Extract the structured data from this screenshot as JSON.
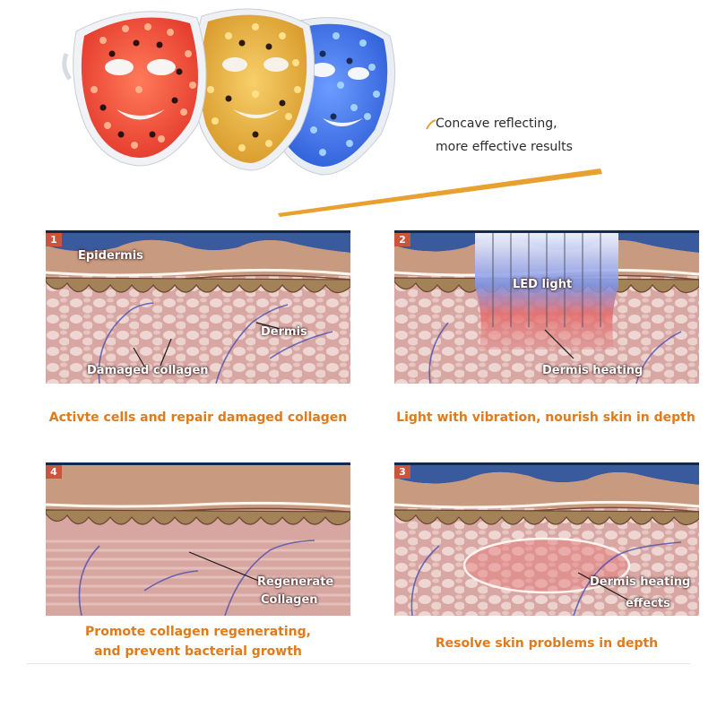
{
  "headline": {
    "line1": "Concave reflecting,",
    "line2": "more effective results"
  },
  "panels": [
    {
      "number": "1",
      "labels": [
        "Epidermis",
        "Dermis",
        "Damaged collagen"
      ],
      "caption": "Activte cells and repair damaged collagen"
    },
    {
      "number": "2",
      "labels": [
        "LED light",
        "Dermis heating"
      ],
      "caption": "Light with vibration, nourish skin in depth"
    },
    {
      "number": "4",
      "labels": [
        "Regenerate",
        "Collagen"
      ],
      "caption_line1": "Promote collagen regenerating,",
      "caption_line2": "and prevent bacterial growth"
    },
    {
      "number": "3",
      "labels": [
        "Dermis heating",
        "effects"
      ],
      "caption": "Resolve skin problems in depth"
    }
  ],
  "colors": {
    "accent": "#e07a1a",
    "mask_red": "#f04a3a",
    "mask_amber": "#e9a832",
    "mask_blue": "#3b6fe6"
  }
}
